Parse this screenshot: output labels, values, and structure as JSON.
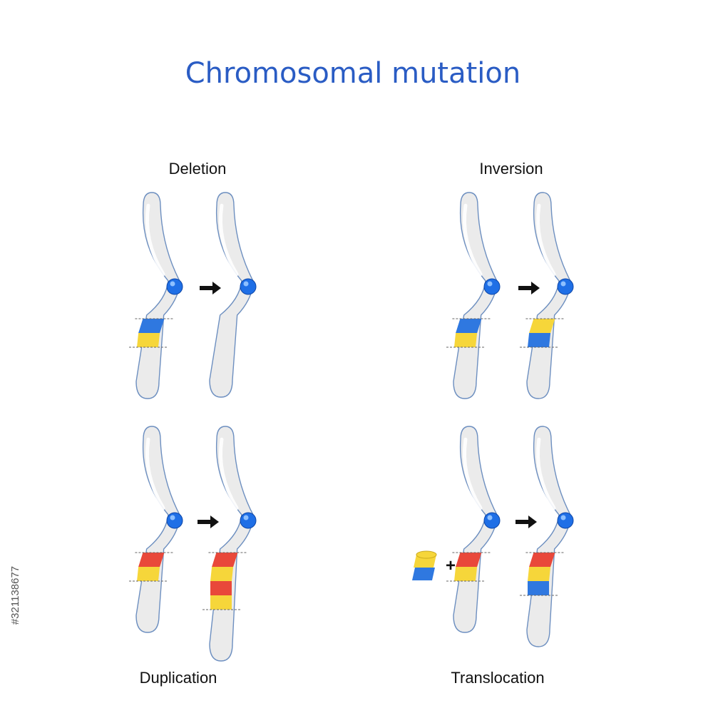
{
  "title": "Chromosomal mutation",
  "stock_id": "#321138677",
  "colors": {
    "title": "#2a5cc4",
    "chromosome": "#ebebeb",
    "outline": "#6d8fc0",
    "centromere": "#1f6fe6",
    "blue_band": "#2f78e0",
    "yellow_band": "#f6d63a",
    "red_band": "#e9483a",
    "arrow": "#111111"
  },
  "panels": [
    {
      "id": "deletion",
      "label": "Deletion",
      "before": [
        "blue",
        "yellow"
      ],
      "after": []
    },
    {
      "id": "inversion",
      "label": "Inversion",
      "before": [
        "blue",
        "yellow"
      ],
      "after": [
        "yellow",
        "blue"
      ]
    },
    {
      "id": "duplication",
      "label": "Duplication",
      "before": [
        "red",
        "yellow"
      ],
      "after": [
        "red",
        "yellow",
        "red",
        "yellow"
      ]
    },
    {
      "id": "translocation",
      "label": "Translocation",
      "fragment": [
        "yellow",
        "blue"
      ],
      "plus": "+",
      "before": [
        "red",
        "yellow"
      ],
      "after": [
        "red",
        "yellow",
        "blue"
      ]
    }
  ]
}
